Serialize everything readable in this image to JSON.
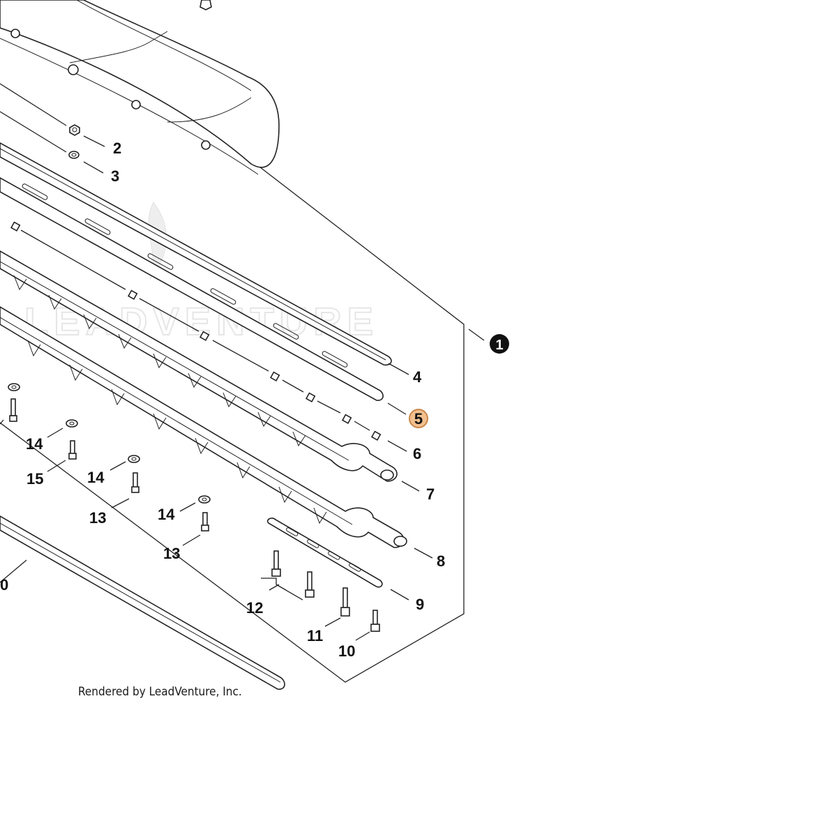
{
  "credit": "Rendered by LeadVenture, Inc.",
  "watermark": "LEADVENTURE",
  "assembly": {
    "label": "1"
  },
  "highlighted": {
    "label": "5",
    "fill": "#f2c08e",
    "stroke": "#c8874a"
  },
  "callouts": [
    "2",
    "3",
    "4",
    "6",
    "7",
    "8",
    "9",
    "10",
    "11",
    "12",
    "13",
    "13",
    "14",
    "14",
    "14",
    "15",
    "0"
  ]
}
